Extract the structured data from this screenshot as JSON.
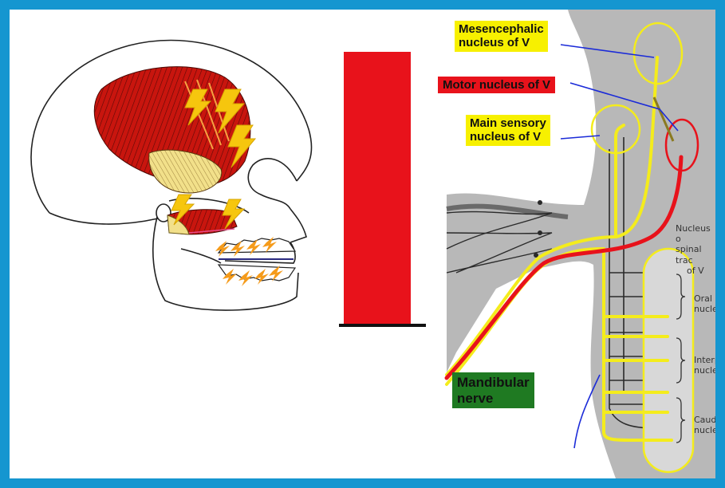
{
  "labels": {
    "mesencephalic": [
      "Mesencephalic",
      "nucleus of V"
    ],
    "motor": "Motor nucleus of V",
    "main_sensory": [
      "Main sensory",
      "nucleus of V"
    ],
    "mandibular": [
      "Mandibular",
      "nerve"
    ],
    "spinal_tract": [
      "Nucleus o",
      "spinal trac",
      "of V"
    ],
    "oral": [
      "Oral",
      "nucle"
    ],
    "interpolar": [
      "Interp",
      "nucle"
    ],
    "caudal": [
      "Cauda",
      "nucle"
    ]
  },
  "colors": {
    "border": "#1596d0",
    "muscle_red": "#c8150e",
    "tendon_yellow": "#f2e08a",
    "lightning": "#f6c60e",
    "bar_red": "#e8121b",
    "sensory_yellow": "#f4ec1c",
    "motor_red": "#e8121b",
    "brainstem_gray": "#b8b8b8",
    "label_green": "#1f7a22"
  },
  "icons": [
    "lightning-bolt-icon",
    "small-lightning-icon"
  ]
}
